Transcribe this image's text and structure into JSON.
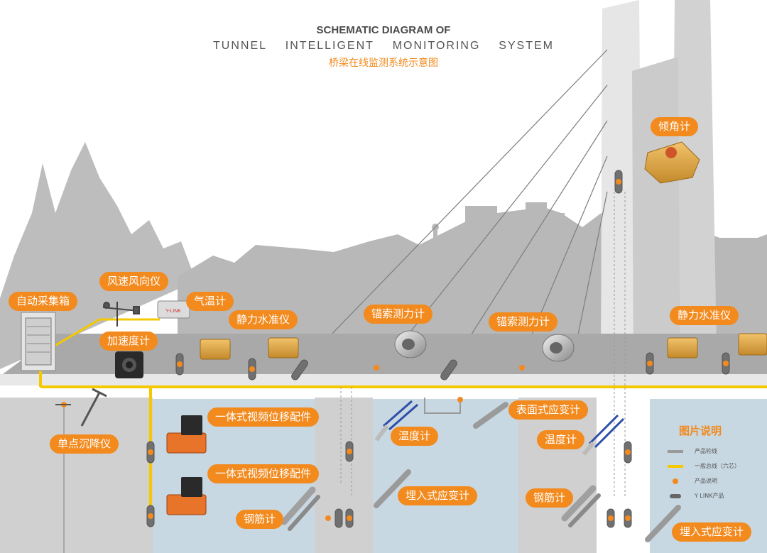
{
  "title": {
    "line1": "SCHEMATIC DIAGRAM OF",
    "line2_words": [
      "TUNNEL",
      "INTELLIGENT",
      "MONITORING",
      "SYSTEM"
    ],
    "line3": "桥梁在线监测系统示意图"
  },
  "labels": {
    "auto_collector": "自动采集箱",
    "wind": "风速风向仪",
    "temp_air": "气温计",
    "accel": "加速度计",
    "level_left": "静力水准仪",
    "anchor1": "锚索测力计",
    "anchor2": "锚索测力计",
    "level_right": "静力水准仪",
    "tilt": "倾角计",
    "settle": "单点沉降仪",
    "video1": "一体式视频位移配件",
    "video2": "一体式视频位移配件",
    "temp1": "温度计",
    "temp2": "温度计",
    "surface_strain": "表面式应变计",
    "embed_strain1": "埋入式应变计",
    "embed_strain2": "埋入式应变计",
    "rebar1": "钢筋计",
    "rebar2": "钢筋计"
  },
  "legend": {
    "title": "图片说明",
    "items": [
      {
        "key": "gray",
        "text": "产品轮线"
      },
      {
        "key": "yellow",
        "text": "一般总线（六芯）"
      },
      {
        "key": "dot",
        "text": "产品说明"
      },
      {
        "key": "pill",
        "text": "Y LINK产品"
      }
    ]
  },
  "colors": {
    "orange": "#f28a1e",
    "bus": "#f5c800",
    "water": "#c7d7e1",
    "city": "#b4b4b4",
    "trees": "#bdbdbd"
  },
  "icons": [
    "collector-box-icon",
    "anemometer-icon",
    "thermometer-box-icon",
    "accelerometer-icon",
    "level-sensor-icon",
    "anchor-load-cell-icon",
    "tilt-meter-icon",
    "settlement-gauge-icon",
    "video-camera-icon",
    "temperature-probe-icon",
    "strain-gauge-icon",
    "rebar-meter-icon"
  ]
}
